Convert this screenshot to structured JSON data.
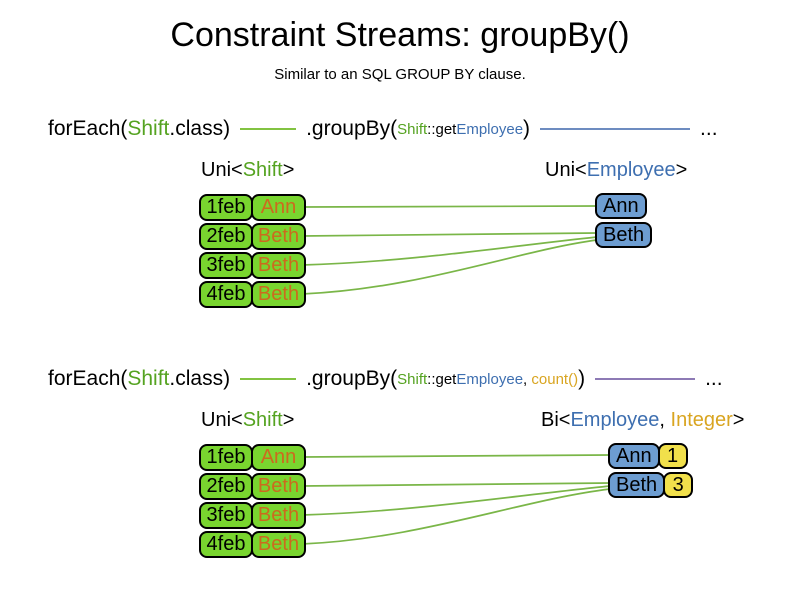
{
  "title": "Constraint Streams: groupBy()",
  "subtitle": "Similar to an SQL GROUP BY clause.",
  "colors": {
    "shift_green": "#55a321",
    "employee_blue": "#3e6fb0",
    "integer_gold": "#d9a521",
    "name_orange": "#cc6a1e",
    "box_green": "#79d52f",
    "box_blue": "#6d9dd1",
    "box_yellow": "#f1e04b",
    "line_green": "#7ab648",
    "line_blue": "#6d8cc0",
    "line_purple": "#8d7ab5"
  },
  "section1": {
    "code": {
      "foreach": "forEach(",
      "shift": "Shift",
      "class_close": ".class)",
      "groupby": ".groupBy(",
      "arg_shift": "Shift",
      "arg_getter": "::get",
      "arg_employee": "Employee",
      "close": ")",
      "ellipsis": "..."
    },
    "left_label": {
      "prefix": "Uni<",
      "type": "Shift",
      "suffix": ">"
    },
    "right_label": {
      "prefix": "Uni<",
      "type": "Employee",
      "suffix": ">"
    },
    "table": [
      {
        "date": "1feb",
        "employee": "Ann"
      },
      {
        "date": "2feb",
        "employee": "Beth"
      },
      {
        "date": "3feb",
        "employee": "Beth"
      },
      {
        "date": "4feb",
        "employee": "Beth"
      }
    ],
    "groups": [
      {
        "name": "Ann"
      },
      {
        "name": "Beth"
      }
    ]
  },
  "section2": {
    "code": {
      "foreach": "forEach(",
      "shift": "Shift",
      "class_close": ".class)",
      "groupby": ".groupBy(",
      "arg_shift": "Shift",
      "arg_getter": "::get",
      "arg_employee": "Employee",
      "comma": ", ",
      "arg_count": "count()",
      "close": ")",
      "ellipsis": "..."
    },
    "left_label": {
      "prefix": "Uni<",
      "type": "Shift",
      "suffix": ">"
    },
    "right_label": {
      "prefix": "Bi<",
      "type1": "Employee",
      "comma": ", ",
      "type2": "Integer",
      "suffix": ">"
    },
    "table": [
      {
        "date": "1feb",
        "employee": "Ann"
      },
      {
        "date": "2feb",
        "employee": "Beth"
      },
      {
        "date": "3feb",
        "employee": "Beth"
      },
      {
        "date": "4feb",
        "employee": "Beth"
      }
    ],
    "groups": [
      {
        "name": "Ann",
        "count": "1"
      },
      {
        "name": "Beth",
        "count": "3"
      }
    ]
  }
}
